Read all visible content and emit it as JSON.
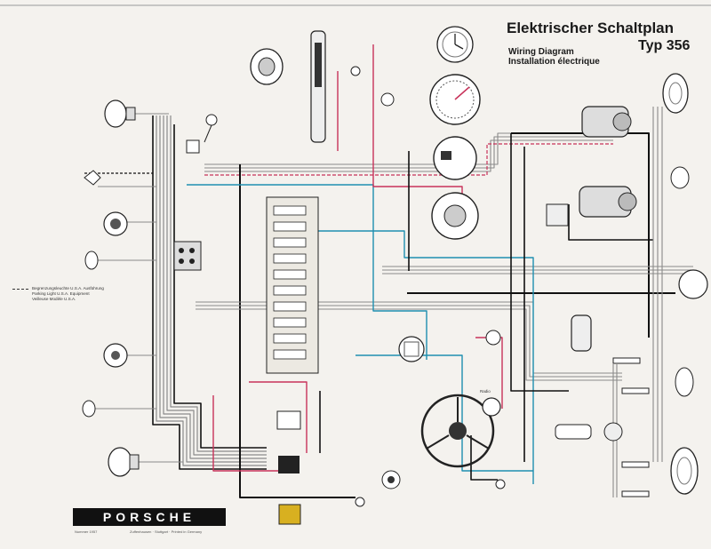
{
  "title": {
    "main": "Elektrischer Schaltplan",
    "subtitle_en": "Wiring Diagram",
    "subtitle_fr": "Installation électrique",
    "type": "Typ 356"
  },
  "legend": {
    "lines": [
      "Begrenzungsleuchte U.S.A. Ausführung",
      "Parking Light U.S.A. Equipment",
      "Veilleuse Modèle U.S.A."
    ]
  },
  "labels": {
    "radio": "Radio"
  },
  "brand": {
    "logo_text": "PORSCHE",
    "footer_left": "Nummer 1957",
    "footer_right": "Zuffenhausen · Stuttgart · Printed in Germany"
  },
  "colors": {
    "paper": "#f4f2ee",
    "wire_black": "#111111",
    "wire_red": "#c8325a",
    "wire_blue": "#1f8fb0",
    "wire_grey": "#8a8a8a",
    "wire_green": "#4a8a3a",
    "wire_yellow": "#d8b020",
    "fuse_box": "#222222"
  }
}
